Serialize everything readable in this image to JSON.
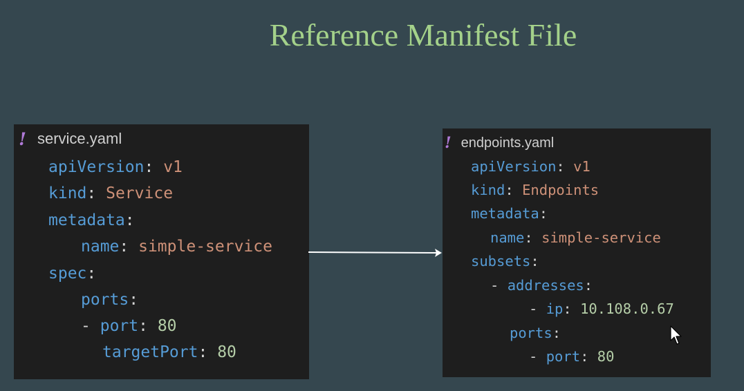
{
  "slide": {
    "title": "Reference Manifest File"
  },
  "service_panel": {
    "filename": "service.yaml",
    "file_icon": "yaml-exclamation-icon",
    "lines": [
      {
        "key": "apiVersion",
        "sep": ":",
        "value": "v1",
        "value_type": "string"
      },
      {
        "key": "kind",
        "sep": ":",
        "value": "Service",
        "value_type": "string"
      },
      {
        "key": "metadata",
        "sep": ":",
        "value": "",
        "value_type": ""
      },
      {
        "key": "name",
        "sep": ":",
        "value": "simple-service",
        "value_type": "string"
      },
      {
        "key": "spec",
        "sep": ":",
        "value": "",
        "value_type": ""
      },
      {
        "key": "ports",
        "sep": ":",
        "value": "",
        "value_type": ""
      },
      {
        "dash": "-",
        "key": "port",
        "sep": ":",
        "value": "80",
        "value_type": "number"
      },
      {
        "key": "targetPort",
        "sep": ":",
        "value": "80",
        "value_type": "number"
      }
    ]
  },
  "endpoints_panel": {
    "filename": "endpoints.yaml",
    "file_icon": "yaml-exclamation-icon",
    "lines": [
      {
        "key": "apiVersion",
        "sep": ":",
        "value": "v1",
        "value_type": "string"
      },
      {
        "key": "kind",
        "sep": ":",
        "value": "Endpoints",
        "value_type": "string"
      },
      {
        "key": "metadata",
        "sep": ":",
        "value": "",
        "value_type": ""
      },
      {
        "key": "name",
        "sep": ":",
        "value": "simple-service",
        "value_type": "string"
      },
      {
        "key": "subsets",
        "sep": ":",
        "value": "",
        "value_type": ""
      },
      {
        "dash": "-",
        "key": "addresses",
        "sep": ":",
        "value": "",
        "value_type": ""
      },
      {
        "dash": "-",
        "key": "ip",
        "sep": ":",
        "value": "10.108.0.67",
        "value_type": "number"
      },
      {
        "key": "ports",
        "sep": ":",
        "value": "",
        "value_type": ""
      },
      {
        "dash": "-",
        "key": "port",
        "sep": ":",
        "value": "80",
        "value_type": "number"
      }
    ]
  },
  "colors": {
    "background": "#35474f",
    "title": "#a4d18a",
    "editor_bg": "#1e1e1e",
    "yaml_key": "#569cd6",
    "yaml_string": "#ce9178",
    "yaml_number": "#b5cea8",
    "yaml_icon": "#b07ad8",
    "arrow": "#ffffff"
  },
  "decorations": {
    "connector": "arrow-right-icon",
    "pointer": "mouse-cursor-icon"
  }
}
